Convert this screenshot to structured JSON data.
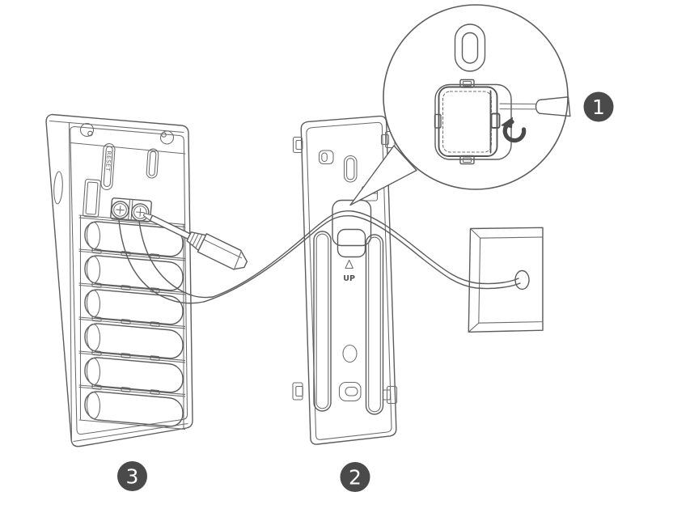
{
  "diagram": {
    "type": "doorbell-installation-illustration",
    "background": "#ffffff",
    "line_color": "#5c5c5c",
    "badge": {
      "fill": "#4a4a4a",
      "text_color": "#ffffff"
    },
    "steps": [
      {
        "number": "1",
        "part": "wire-clamp-terminal-detail"
      },
      {
        "number": "2",
        "part": "wall-mounting-bracket"
      },
      {
        "number": "3",
        "part": "doorbell-back-battery-compartment"
      }
    ],
    "labels": {
      "reset": "RESET",
      "up": "UP"
    },
    "parts": {
      "doorbell": "doorbell-back-panel-with-batteries",
      "bracket": "mounting-bracket",
      "wallbox": "wall-plate-with-wire-hole",
      "wire": "chime-wire-pair",
      "tool": "screwdriver",
      "callout": "zoomed-wire-clamp-detail"
    }
  }
}
